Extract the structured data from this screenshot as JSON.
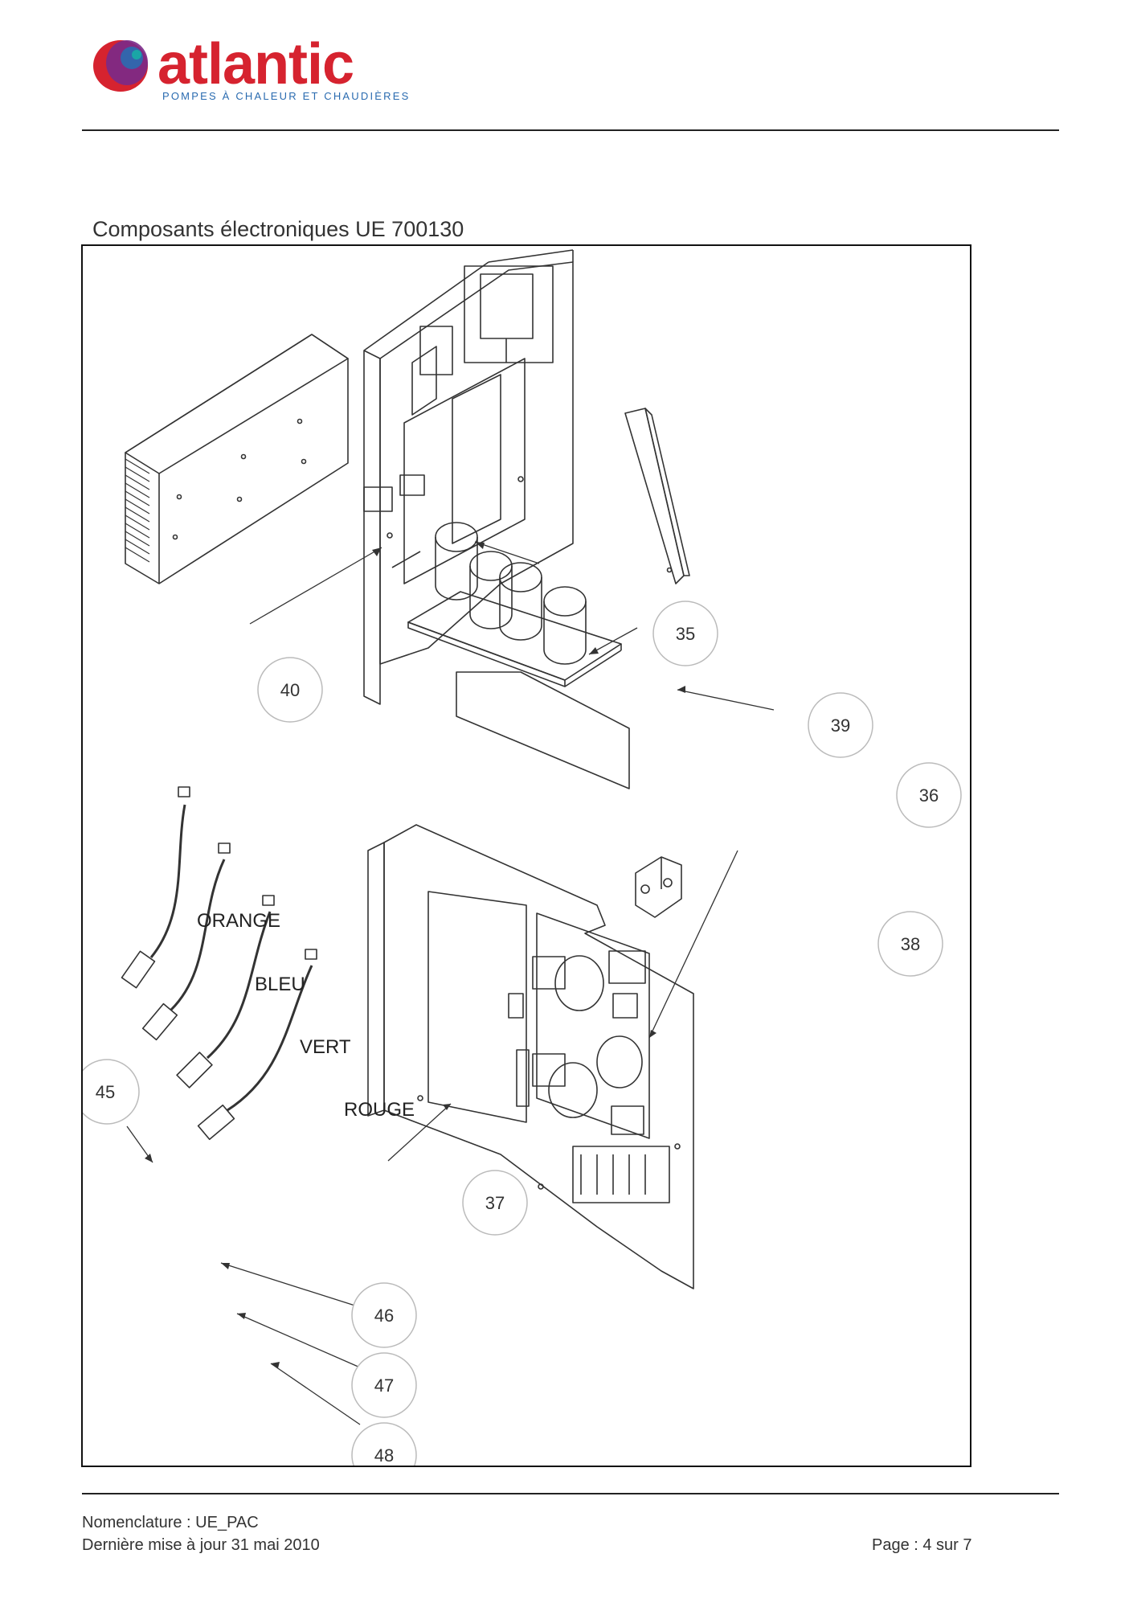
{
  "header": {
    "brand": "atlantic",
    "tagline": "POMPES À CHALEUR ET CHAUDIÈRES",
    "brand_colors": {
      "red": "#d6232f",
      "purple": "#7a2a8a",
      "blue": "#2a6bb0",
      "teal": "#1aa6a6"
    }
  },
  "section_title": "Composants électroniques UE  700130",
  "diagram": {
    "callouts": [
      "35",
      "36",
      "37",
      "38",
      "39",
      "40",
      "45",
      "46",
      "47",
      "48"
    ],
    "wire_labels": [
      "ORANGE",
      "BLEU",
      "VERT",
      "ROUGE"
    ]
  },
  "footer": {
    "nomenclature": "Nomenclature : UE_PAC",
    "last_update": "Dernière mise à jour 31 mai 2010",
    "page": "Page : 4 sur 7"
  }
}
